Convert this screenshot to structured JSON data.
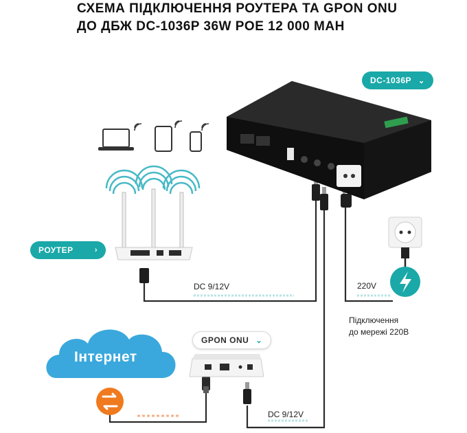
{
  "title": {
    "line1": "Схема підключення роутера та GPON ONU",
    "line2": "до ДБЖ DC-1036P 36W POE 12 000 mAh"
  },
  "badges": {
    "device": "DC-1036P",
    "router": "РОУТЕР",
    "onu": "GPON ONU"
  },
  "cable_labels": {
    "router_dc": "DC 9/12V",
    "onu_dc": "DC 9/12V",
    "mains": "220V"
  },
  "mains_caption": {
    "line1": "Підключення",
    "line2": "до мережі 220В"
  },
  "cloud_label": "Інтернет",
  "colors": {
    "accent": "#1aa8a8",
    "cable": "#2b2b2b",
    "cloud": "#3aa8dc",
    "exchange": "#f07a1e",
    "dashes": "#b8e3e3",
    "arrows": "#f3b28a"
  },
  "icons": [
    "laptop-icon",
    "tablet-icon",
    "phone-icon",
    "wifi-icon",
    "plug-bolt-icon",
    "exchange-icon"
  ]
}
